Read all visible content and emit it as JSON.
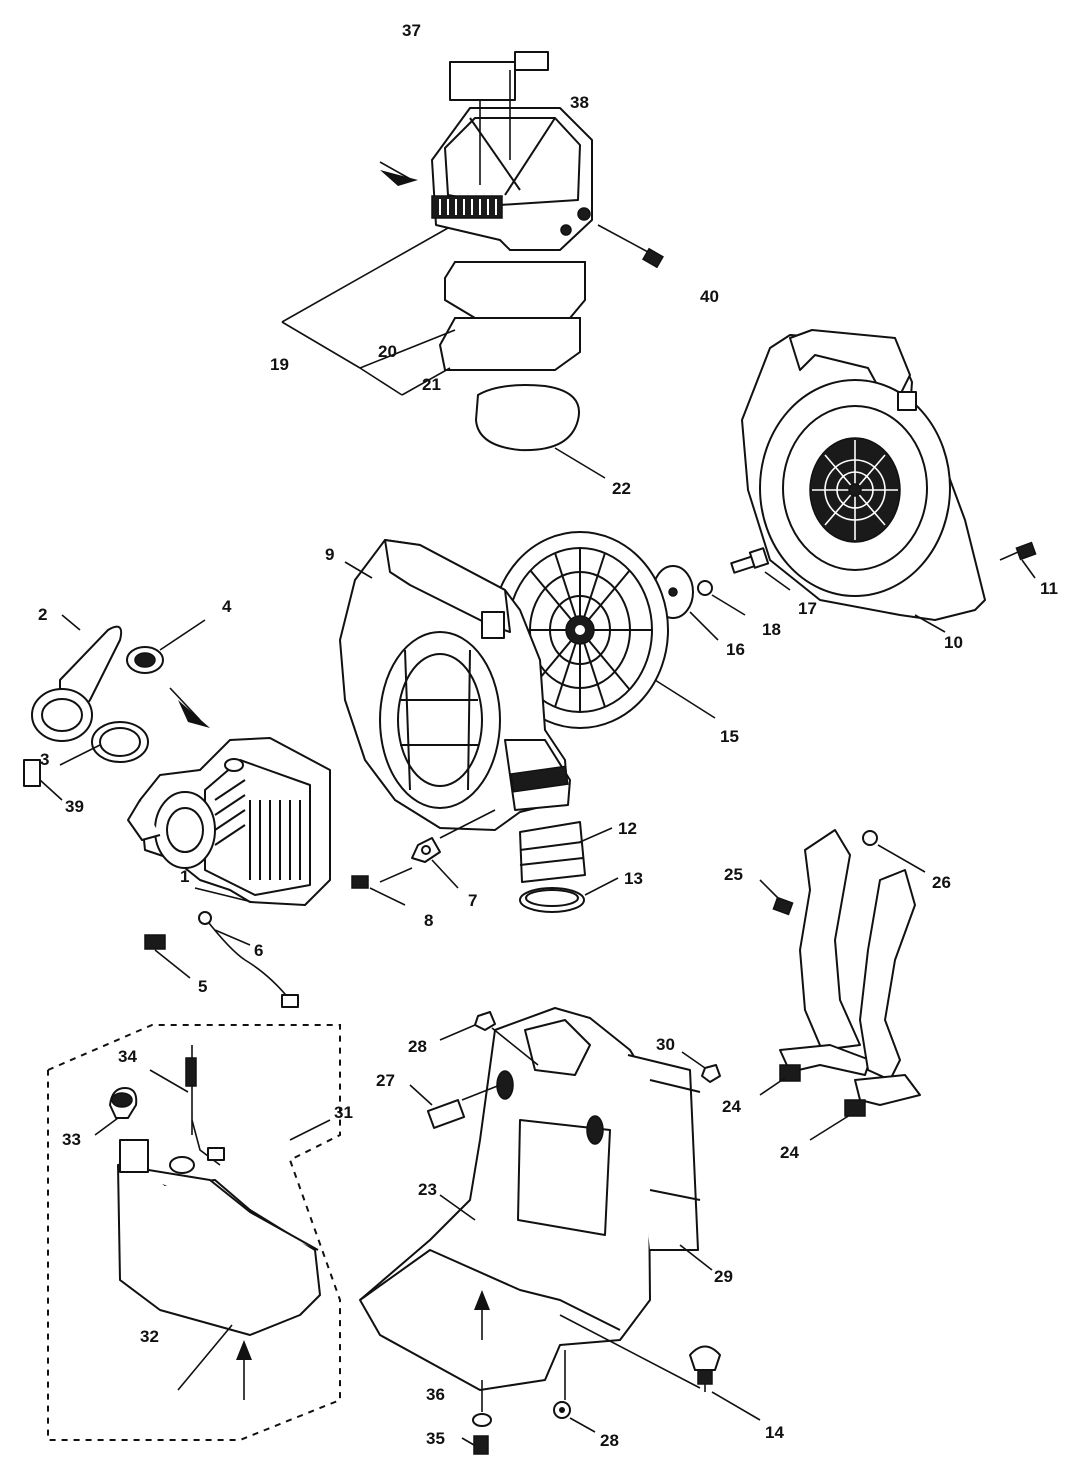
{
  "callouts": [
    {
      "id": "p1",
      "label": "1"
    },
    {
      "id": "p2",
      "label": "2"
    },
    {
      "id": "p3",
      "label": "3"
    },
    {
      "id": "p4",
      "label": "4"
    },
    {
      "id": "p5",
      "label": "5"
    },
    {
      "id": "p6",
      "label": "6"
    },
    {
      "id": "p7",
      "label": "7"
    },
    {
      "id": "p8",
      "label": "8"
    },
    {
      "id": "p9",
      "label": "9"
    },
    {
      "id": "p10",
      "label": "10"
    },
    {
      "id": "p11",
      "label": "11"
    },
    {
      "id": "p12",
      "label": "12"
    },
    {
      "id": "p13",
      "label": "13"
    },
    {
      "id": "p14",
      "label": "14"
    },
    {
      "id": "p15",
      "label": "15"
    },
    {
      "id": "p16",
      "label": "16"
    },
    {
      "id": "p17",
      "label": "17"
    },
    {
      "id": "p18",
      "label": "18"
    },
    {
      "id": "p19",
      "label": "19"
    },
    {
      "id": "p20",
      "label": "20"
    },
    {
      "id": "p21",
      "label": "21"
    },
    {
      "id": "p22",
      "label": "22"
    },
    {
      "id": "p23",
      "label": "23"
    },
    {
      "id": "p24a",
      "label": "24"
    },
    {
      "id": "p24b",
      "label": "24"
    },
    {
      "id": "p25",
      "label": "25"
    },
    {
      "id": "p26",
      "label": "26"
    },
    {
      "id": "p27",
      "label": "27"
    },
    {
      "id": "p28a",
      "label": "28"
    },
    {
      "id": "p28b",
      "label": "28"
    },
    {
      "id": "p29",
      "label": "29"
    },
    {
      "id": "p30",
      "label": "30"
    },
    {
      "id": "p31",
      "label": "31"
    },
    {
      "id": "p32",
      "label": "32"
    },
    {
      "id": "p33",
      "label": "33"
    },
    {
      "id": "p34",
      "label": "34"
    },
    {
      "id": "p35",
      "label": "35"
    },
    {
      "id": "p36",
      "label": "36"
    },
    {
      "id": "p37",
      "label": "37"
    },
    {
      "id": "p38",
      "label": "38"
    },
    {
      "id": "p39",
      "label": "39"
    },
    {
      "id": "p40",
      "label": "40"
    }
  ]
}
